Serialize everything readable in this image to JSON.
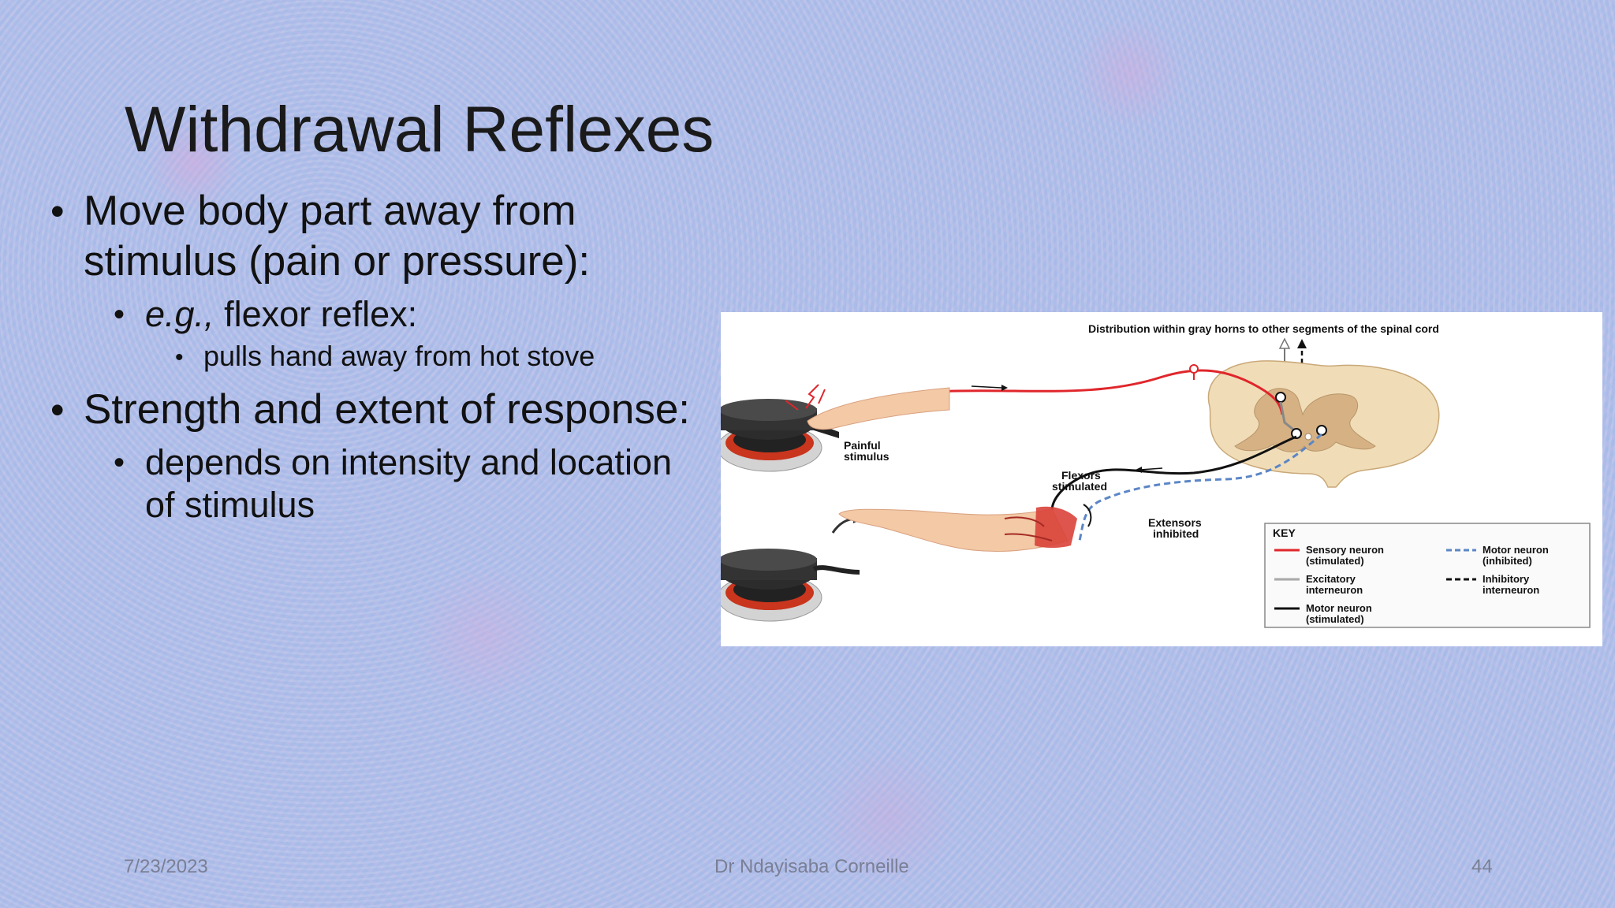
{
  "slide": {
    "title": "Withdrawal Reflexes",
    "bullets": {
      "b1_text": "Move body part away from stimulus (pain or pressure):",
      "b1_sub_italic": "e.g.,",
      "b1_sub_text": " flexor reflex:",
      "b1_subsub_text": "pulls hand away from hot stove",
      "b2_text": "Strength and extent of response:",
      "b2_sub_text": "depends on intensity and location of stimulus"
    }
  },
  "figure": {
    "top_label": "Distribution within gray horns to other segments of the spinal cord",
    "painful_stimulus_1": "Painful",
    "painful_stimulus_2": "stimulus",
    "flexors_1": "Flexors",
    "flexors_2": "stimulated",
    "extensors_1": "Extensors",
    "extensors_2": "inhibited",
    "key": {
      "title": "KEY",
      "sensory_1": "Sensory neuron",
      "sensory_2": "(stimulated)",
      "excitatory_1": "Excitatory",
      "excitatory_2": "interneuron",
      "motor_stim_1": "Motor neuron",
      "motor_stim_2": "(stimulated)",
      "motor_inh_1": "Motor neuron",
      "motor_inh_2": "(inhibited)",
      "inhibitory_1": "Inhibitory",
      "inhibitory_2": "interneuron"
    },
    "colors": {
      "sensory": "#e0262b",
      "motor_inhibited": "#5b86c6",
      "cord": "#efdcb8",
      "gray_matter": "#d9b88c"
    }
  },
  "footer": {
    "date": "7/23/2023",
    "author": "Dr Ndayisaba Corneille",
    "page": "44"
  }
}
